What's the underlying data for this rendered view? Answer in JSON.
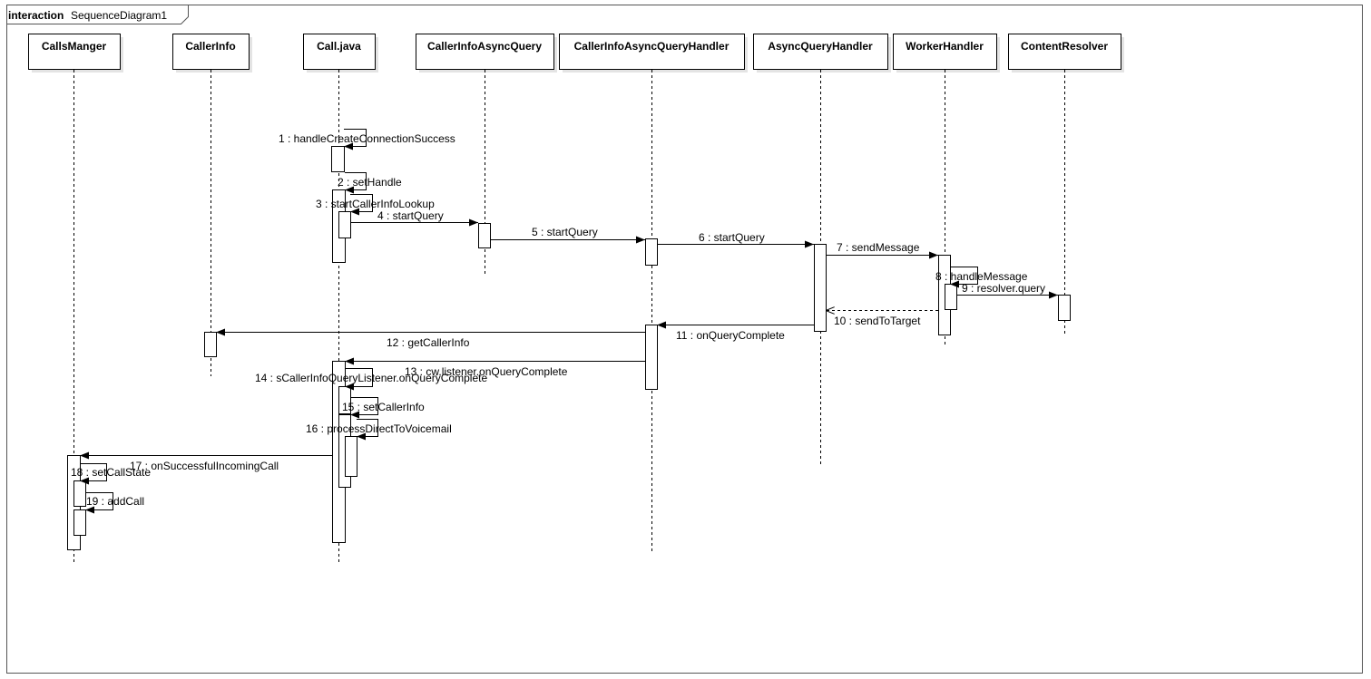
{
  "frame": {
    "keyword": "interaction",
    "name": "SequenceDiagram1"
  },
  "lifelines": [
    {
      "id": "callsmanger",
      "name": "CallsManger"
    },
    {
      "id": "callerinfo",
      "name": "CallerInfo"
    },
    {
      "id": "call-java",
      "name": "Call.java"
    },
    {
      "id": "callerinfoasyncquery",
      "name": "CallerInfoAsyncQuery"
    },
    {
      "id": "callerinfoasyncqueryhandler",
      "name": "CallerInfoAsyncQueryHandler"
    },
    {
      "id": "asyncqueryhandler",
      "name": "AsyncQueryHandler"
    },
    {
      "id": "workerhandler",
      "name": "WorkerHandler"
    },
    {
      "id": "contentresolver",
      "name": "ContentResolver"
    }
  ],
  "messages": [
    {
      "label": "1 : handleCreateConnectionSuccess",
      "from": "call-java",
      "to": "call-java",
      "kind": "self"
    },
    {
      "label": "2 : setHandle",
      "from": "call-java",
      "to": "call-java",
      "kind": "self"
    },
    {
      "label": "3 : startCallerInfoLookup",
      "from": "call-java",
      "to": "call-java",
      "kind": "self"
    },
    {
      "label": "4 : startQuery",
      "from": "call-java",
      "to": "callerinfoasyncquery",
      "kind": "sync"
    },
    {
      "label": "5 : startQuery",
      "from": "callerinfoasyncquery",
      "to": "callerinfoasyncqueryhandler",
      "kind": "sync"
    },
    {
      "label": "6 : startQuery",
      "from": "callerinfoasyncqueryhandler",
      "to": "asyncqueryhandler",
      "kind": "sync"
    },
    {
      "label": "7 : sendMessage",
      "from": "asyncqueryhandler",
      "to": "workerhandler",
      "kind": "sync"
    },
    {
      "label": "8 : handleMessage",
      "from": "workerhandler",
      "to": "workerhandler",
      "kind": "self"
    },
    {
      "label": "9 : resolver.query",
      "from": "workerhandler",
      "to": "contentresolver",
      "kind": "sync"
    },
    {
      "label": "10 : sendToTarget",
      "from": "workerhandler",
      "to": "asyncqueryhandler",
      "kind": "return"
    },
    {
      "label": "11 : onQueryComplete",
      "from": "asyncqueryhandler",
      "to": "callerinfoasyncqueryhandler",
      "kind": "sync"
    },
    {
      "label": "12 : getCallerInfo",
      "from": "callerinfoasyncqueryhandler",
      "to": "callerinfo",
      "kind": "sync"
    },
    {
      "label": "13 : cw.listener.onQueryComplete",
      "from": "callerinfoasyncqueryhandler",
      "to": "call-java",
      "kind": "sync"
    },
    {
      "label": "14 : sCallerInfoQueryListener.onQueryComplete",
      "from": "call-java",
      "to": "call-java",
      "kind": "self"
    },
    {
      "label": "15 : setCallerInfo",
      "from": "call-java",
      "to": "call-java",
      "kind": "self"
    },
    {
      "label": "16 : processDirectToVoicemail",
      "from": "call-java",
      "to": "call-java",
      "kind": "self"
    },
    {
      "label": "17 : onSuccessfulIncomingCall",
      "from": "call-java",
      "to": "callsmanger",
      "kind": "sync"
    },
    {
      "label": "18 : setCallState",
      "from": "callsmanger",
      "to": "callsmanger",
      "kind": "self"
    },
    {
      "label": "19 : addCall",
      "from": "callsmanger",
      "to": "callsmanger",
      "kind": "self"
    }
  ]
}
